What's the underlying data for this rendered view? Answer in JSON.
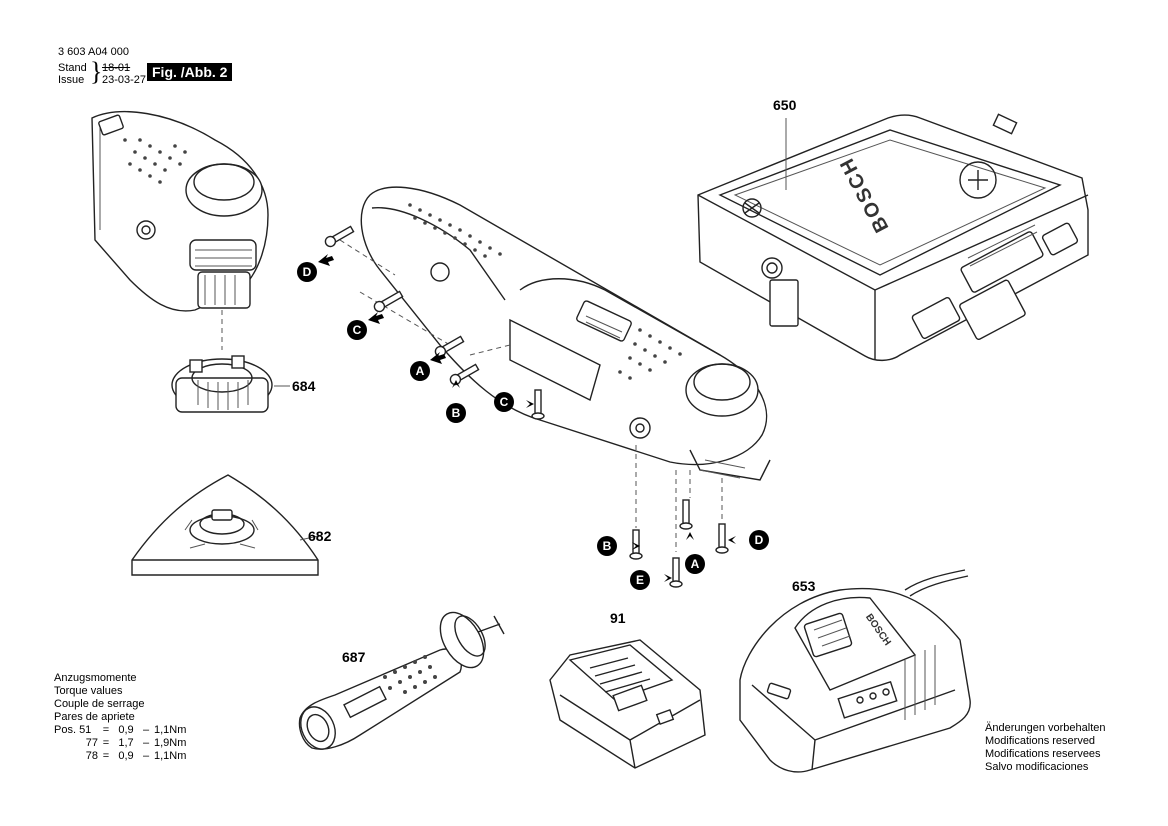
{
  "header": {
    "doc_number": "3 603 A04 000",
    "stand_label": "Stand",
    "issue_label": "Issue",
    "stand_old": "18-01",
    "issue_date": "23-03-27",
    "fig_label": "Fig. /Abb. 2"
  },
  "parts": {
    "p650": "650",
    "p684": "684",
    "p682": "682",
    "p687": "687",
    "p91": "91",
    "p653": "653"
  },
  "markers": {
    "a": "A",
    "b": "B",
    "c": "C",
    "d": "D",
    "e": "E"
  },
  "torque": {
    "lines": [
      "Anzugsmomente",
      "Torque values",
      "Couple de serrage",
      "Pares de apriete"
    ],
    "rows": [
      {
        "pos": "Pos. 51",
        "eq": "=",
        "min": "0,9",
        "dash": "–",
        "max": "1,1Nm"
      },
      {
        "pos": "77",
        "eq": "=",
        "min": "1,7",
        "dash": "–",
        "max": "1,9Nm"
      },
      {
        "pos": "78",
        "eq": "=",
        "min": "0,9",
        "dash": "–",
        "max": "1,1Nm"
      }
    ]
  },
  "modifications": [
    "Änderungen vorbehalten",
    "Modifications reserved",
    "Modifications reservees",
    "Salvo modificaciones"
  ],
  "graphics": {
    "case_brand": "BOSCH",
    "charger_brand": "BOSCH"
  }
}
